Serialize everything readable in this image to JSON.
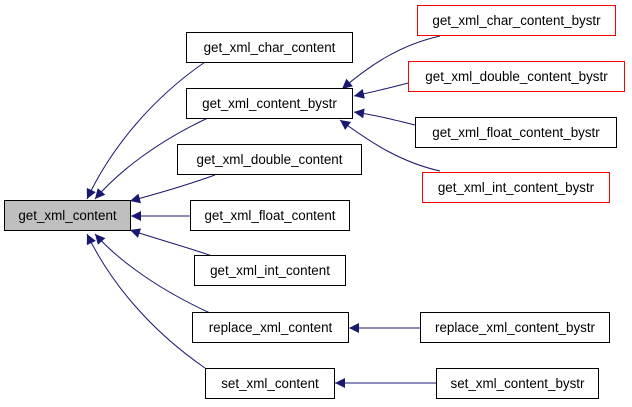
{
  "colors": {
    "edge": "#191970",
    "root_fill": "#bfbfbf",
    "node_border": "#000000",
    "undocumented_border": "#ff0000"
  },
  "nodes": {
    "get_xml_content": "get_xml_content",
    "get_xml_char_content": "get_xml_char_content",
    "get_xml_content_bystr": "get_xml_content_bystr",
    "get_xml_double_content": "get_xml_double_content",
    "get_xml_float_content": "get_xml_float_content",
    "get_xml_int_content": "get_xml_int_content",
    "replace_xml_content": "replace_xml_content",
    "set_xml_content": "set_xml_content",
    "get_xml_char_content_bystr": "get_xml_char_content_bystr",
    "get_xml_double_content_bystr": "get_xml_double_content_bystr",
    "get_xml_float_content_bystr": "get_xml_float_content_bystr",
    "get_xml_int_content_bystr": "get_xml_int_content_bystr",
    "replace_xml_content_bystr": "replace_xml_content_bystr",
    "set_xml_content_bystr": "set_xml_content_bystr"
  },
  "edges": [
    {
      "from": "get_xml_char_content",
      "to": "get_xml_content"
    },
    {
      "from": "get_xml_content_bystr",
      "to": "get_xml_content"
    },
    {
      "from": "get_xml_double_content",
      "to": "get_xml_content"
    },
    {
      "from": "get_xml_float_content",
      "to": "get_xml_content"
    },
    {
      "from": "get_xml_int_content",
      "to": "get_xml_content"
    },
    {
      "from": "replace_xml_content",
      "to": "get_xml_content"
    },
    {
      "from": "set_xml_content",
      "to": "get_xml_content"
    },
    {
      "from": "get_xml_char_content_bystr",
      "to": "get_xml_content_bystr"
    },
    {
      "from": "get_xml_double_content_bystr",
      "to": "get_xml_content_bystr"
    },
    {
      "from": "get_xml_float_content_bystr",
      "to": "get_xml_content_bystr"
    },
    {
      "from": "get_xml_int_content_bystr",
      "to": "get_xml_content_bystr"
    },
    {
      "from": "replace_xml_content_bystr",
      "to": "replace_xml_content"
    },
    {
      "from": "set_xml_content_bystr",
      "to": "set_xml_content"
    }
  ]
}
